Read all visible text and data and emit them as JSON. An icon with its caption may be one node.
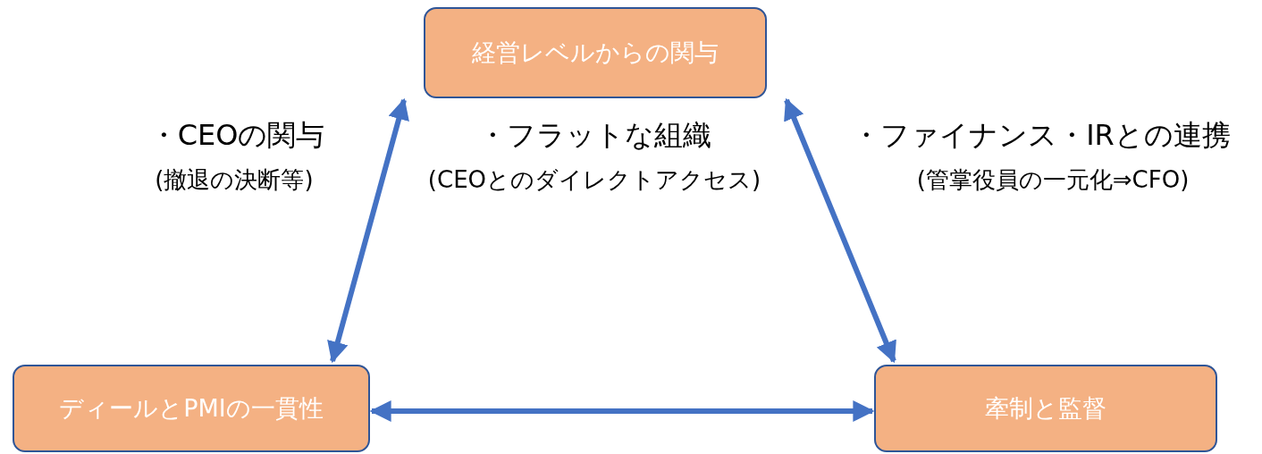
{
  "diagram": {
    "nodes": [
      {
        "text": [
          "経営レベルからの関与"
        ]
      },
      {
        "text": [
          "ディールとPMIの一貫性"
        ]
      },
      {
        "text": [
          "牽制と監督"
        ]
      }
    ],
    "edges": [
      {
        "from": 0,
        "to": 1,
        "arrow": "both"
      },
      {
        "from": 1,
        "to": 2,
        "arrow": "both"
      },
      {
        "from": 0,
        "to": 2,
        "arrow": "both"
      }
    ],
    "labels": [
      "・CEOの関与",
      "・フラットな組織",
      "・ファイナンス・IRとの連携",
      "(撤退の決断等)",
      "(CEOとのダイレクトアクセス)",
      "(管掌役員の一元化⇒CFO)"
    ]
  }
}
